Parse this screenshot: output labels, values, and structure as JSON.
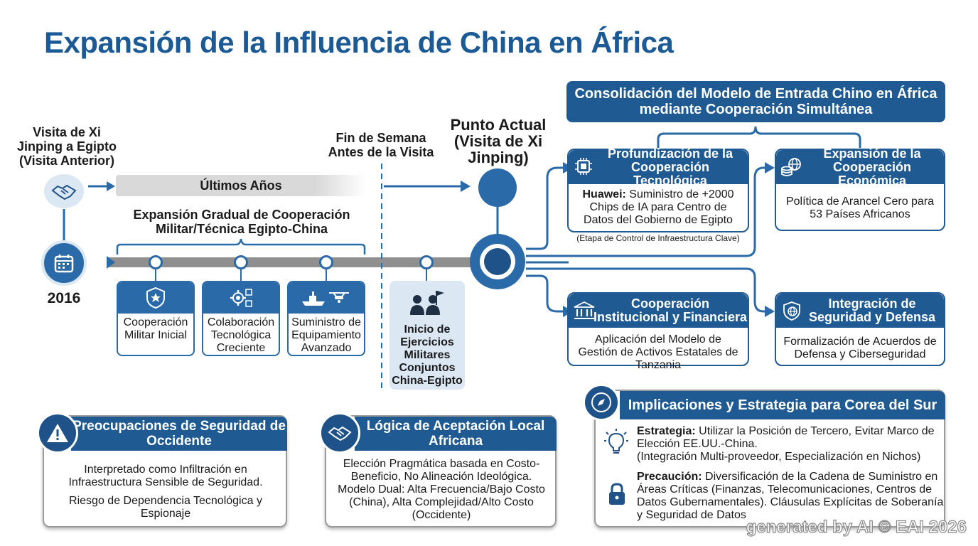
{
  "title": "Expansión de la Influencia de China en África",
  "timeline": {
    "visit_prior": "Visita de Xi Jinping a Egipto (Visita Anterior)",
    "year": "2016",
    "recent_years": "Últimos Años",
    "gradual": "Expansión Gradual de Cooperación Militar/Técnica Egipto-China",
    "weekend": "Fin de Semana Antes de la Visita",
    "current": "Punto Actual (Visita de Xi Jinping)",
    "milestones": [
      {
        "label": "Cooperación Militar Inicial",
        "icon": "star-shield-icon"
      },
      {
        "label": "Colaboración Tecnológica Creciente",
        "icon": "gear-circuit-icon"
      },
      {
        "label": "Suministro de Equipamiento Avanzado",
        "icon": "ship-drone-icon"
      }
    ],
    "exercise": "Inicio de Ejercicios Militares Conjuntos China-Egipto"
  },
  "consolidation": {
    "title": "Consolidación del Modelo de Entrada Chino en África mediante Cooperación Simultánea",
    "cards": [
      {
        "title": "Profundización de la Cooperación Tecnológica",
        "icon": "chip-icon",
        "bold": "Huawei:",
        "body": " Suministro de +2000 Chips de IA para Centro de Datos del Gobierno de Egipto",
        "note": "(Etapa de Control de Infraestructura Clave)"
      },
      {
        "title": "Expansión de la Cooperación Económica",
        "icon": "globe-coins-icon",
        "body": "Política de Arancel Cero para 53 Países Africanos"
      },
      {
        "title": "Cooperación Institucional y Financiera",
        "icon": "bank-icon",
        "body": "Aplicación del Modelo de Gestión de Activos Estatales de Tanzania"
      },
      {
        "title": "Integración de Seguridad y Defensa",
        "icon": "shield-globe-icon",
        "body": "Formalización de Acuerdos de Defensa y Ciberseguridad"
      }
    ]
  },
  "west": {
    "title": "Preocupaciones de Seguridad de Occidente",
    "icon": "warning-icon",
    "p1": "Interpretado como Infiltración en Infraestructura Sensible de Seguridad.",
    "p2": "Riesgo de Dependencia Tecnológica y Espionaje"
  },
  "local": {
    "title": "Lógica de Aceptación Local Africana",
    "icon": "handshake-icon",
    "body": "Elección Pragmática basada en Costo-Beneficio, No Alineación Ideológica. Modelo Dual: Alta Frecuencia/Bajo Costo (China), Alta Complejidad/Alto Costo (Occidente)"
  },
  "korea": {
    "title": "Implicaciones y Estrategia para Corea del Sur",
    "icon": "compass-icon",
    "s_bold": "Estrategia:",
    "s_text": " Utilizar la Posición de Tercero, Evitar Marco de Elección EE.UU.-China.",
    "s_text2": "(Integración Multi-proveedor, Especialización en Nichos)",
    "c_bold": "Precaución:",
    "c_text": " Diversificación de la Cadena de Suministro en Áreas Críticas (Finanzas, Telecomunicaciones, Centros de Datos Gubernamentales). Cláusulas Explícitas de Soberanía y Seguridad de Datos"
  },
  "watermark": "generated by AI © EAI 2026",
  "colors": {
    "primary": "#1f5a92",
    "accent": "#2a6aa8",
    "light": "#dbe7f3"
  }
}
